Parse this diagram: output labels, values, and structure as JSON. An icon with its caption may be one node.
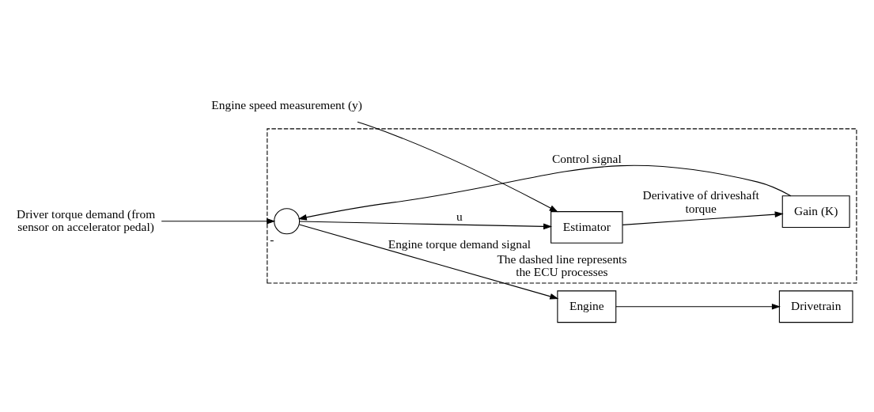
{
  "diagram": {
    "nodes": [
      {
        "text": [
          "The dashed line represents the ECU processes"
        ]
      },
      {
        "text": [
          "Driver torque demand (from sensor on accelerator pedal)"
        ]
      },
      {
        "text": [],
        "shape": "circle",
        "in": 0,
        "beside": [
          "-"
        ]
      },
      {
        "text": [
          "Engine"
        ]
      },
      {
        "text": [
          "Drivetrain"
        ]
      },
      {
        "text": [
          "Gain (K)"
        ],
        "in": 0
      },
      {
        "text": [
          "Estimator"
        ],
        "in": 0
      },
      {
        "text": [
          "Engine speed measurement (y)"
        ]
      }
    ],
    "edges": [
      {
        "from": 1,
        "to": 2,
        "arrow": "to"
      },
      {
        "from": 2,
        "to": 3,
        "arrow": "to",
        "label": "Engine torque demand signal"
      },
      {
        "from": 2,
        "to": 6,
        "arrow": "to",
        "label": "u"
      },
      {
        "from": 3,
        "to": 4,
        "arrow": "to"
      },
      {
        "from": 7,
        "to": 6,
        "arrow": "to"
      },
      {
        "from": 6,
        "to": 5,
        "arrow": "to",
        "label": "Derivative of driveshaft torque"
      },
      {
        "from": 5,
        "to": 2,
        "arrow": "to",
        "label": "Control signal"
      }
    ]
  }
}
